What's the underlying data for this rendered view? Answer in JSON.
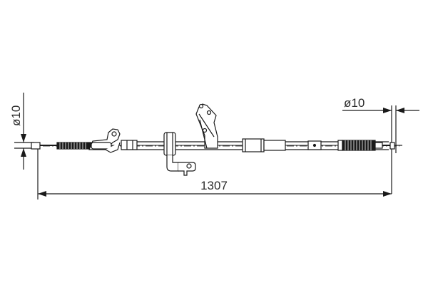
{
  "drawing": {
    "title": "Parking brake cable",
    "line_color": "#1a1a1a",
    "background": "#ffffff"
  },
  "dimensions": {
    "left_diameter": {
      "label": "ø10",
      "value": 10,
      "unit": "mm"
    },
    "right_diameter": {
      "label": "ø10",
      "value": 10,
      "unit": "mm"
    },
    "overall_length": {
      "label": "1307",
      "value": 1307,
      "unit": "mm"
    }
  },
  "components": [
    {
      "name": "left-end-fitting"
    },
    {
      "name": "left-boot"
    },
    {
      "name": "left-mounting-bracket"
    },
    {
      "name": "grommet-clip-bracket"
    },
    {
      "name": "angled-mounting-bracket"
    },
    {
      "name": "center-sleeve"
    },
    {
      "name": "right-sleeve"
    },
    {
      "name": "right-boot"
    },
    {
      "name": "right-end-fitting"
    }
  ]
}
